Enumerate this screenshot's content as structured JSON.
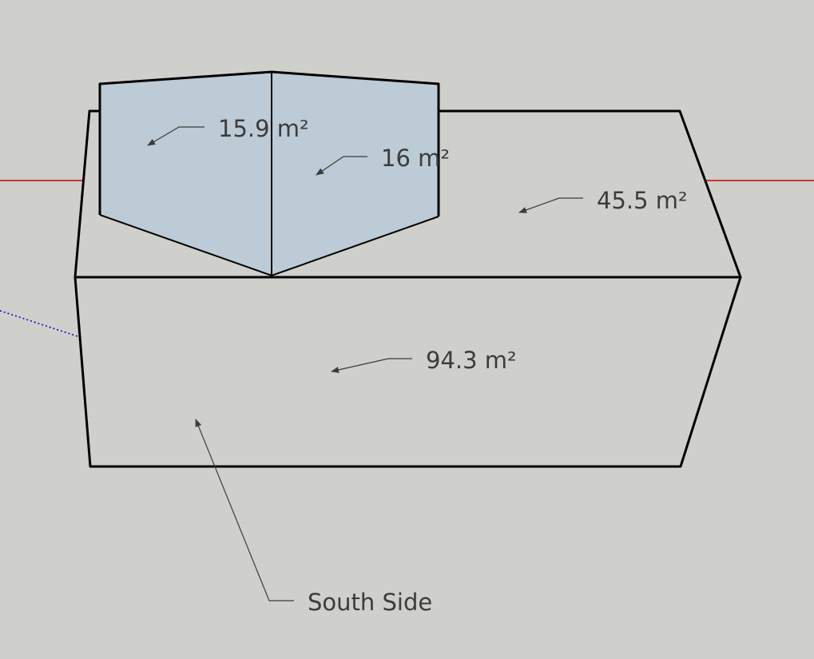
{
  "colors": {
    "background": "#cfcfcb",
    "face_dark": "#9da9b2",
    "face_light": "#bccbd5",
    "red_axis": "#cc0000",
    "blue_axis": "#0000cc",
    "text": "#3c3c3c"
  },
  "labels": {
    "area_dormer_left": "15.9 m²",
    "area_dormer_right": "16 m²",
    "area_roof": "45.5 m²",
    "area_wall": "94.3 m²",
    "south_side": "South Side"
  }
}
